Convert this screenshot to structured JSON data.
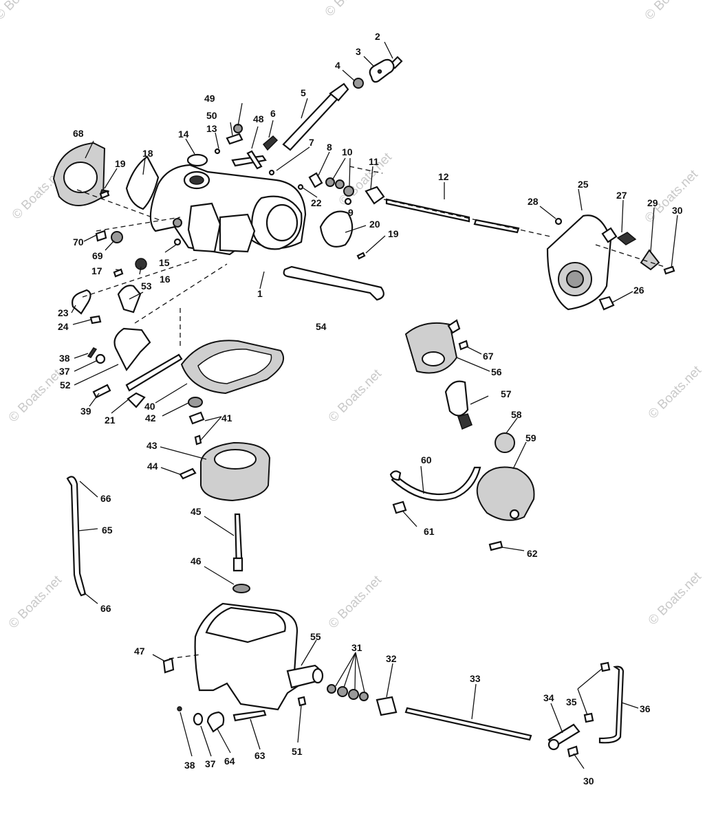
{
  "watermark": "© Boats.net",
  "partNumbers": [
    "1",
    "2",
    "3",
    "4",
    "5",
    "6",
    "7",
    "8",
    "9",
    "10",
    "11",
    "12",
    "13",
    "14",
    "15",
    "16",
    "17",
    "18",
    "19",
    "19",
    "20",
    "21",
    "22",
    "23",
    "24",
    "25",
    "26",
    "27",
    "28",
    "29",
    "30",
    "30",
    "31",
    "32",
    "33",
    "34",
    "35",
    "36",
    "37",
    "37",
    "38",
    "38",
    "39",
    "40",
    "41",
    "42",
    "43",
    "44",
    "45",
    "46",
    "47",
    "48",
    "49",
    "50",
    "51",
    "52",
    "53",
    "54",
    "55",
    "56",
    "57",
    "58",
    "59",
    "60",
    "61",
    "62",
    "63",
    "64",
    "65",
    "66",
    "66",
    "67",
    "68",
    "69",
    "70"
  ]
}
